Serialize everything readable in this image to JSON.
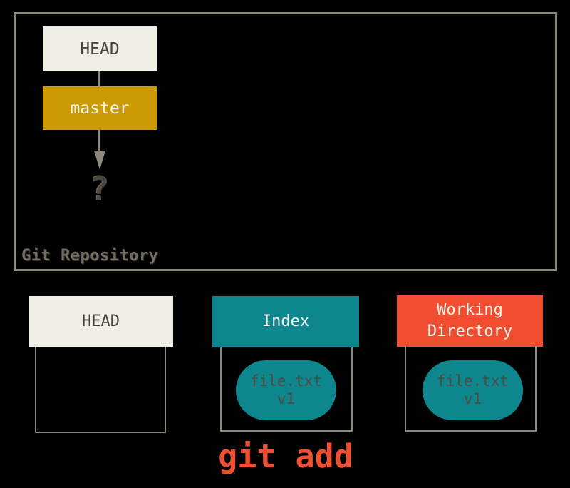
{
  "colors": {
    "background": "#000000",
    "box_cream": "#F0EFE6",
    "branch_gold": "#CB9A05",
    "accent_teal": "#0E868D",
    "accent_orange": "#F04D31",
    "border_gray": "#8E887C",
    "text_dark": "#4A453E",
    "text_light": "#F5F3EC",
    "pill_text": "#514A41",
    "repo_label_gray": "#736D62",
    "command_orange": "#F0502F"
  },
  "repository": {
    "label": "Git Repository",
    "head_label": "HEAD",
    "branch_label": "master",
    "commit_placeholder": "?"
  },
  "areas": {
    "head": {
      "title": "HEAD"
    },
    "index": {
      "title": "Index",
      "file": {
        "name": "file.txt",
        "version": "v1"
      }
    },
    "working_directory": {
      "title": "Working Directory",
      "file": {
        "name": "file.txt",
        "version": "v1"
      }
    }
  },
  "command": {
    "label": "git add"
  }
}
